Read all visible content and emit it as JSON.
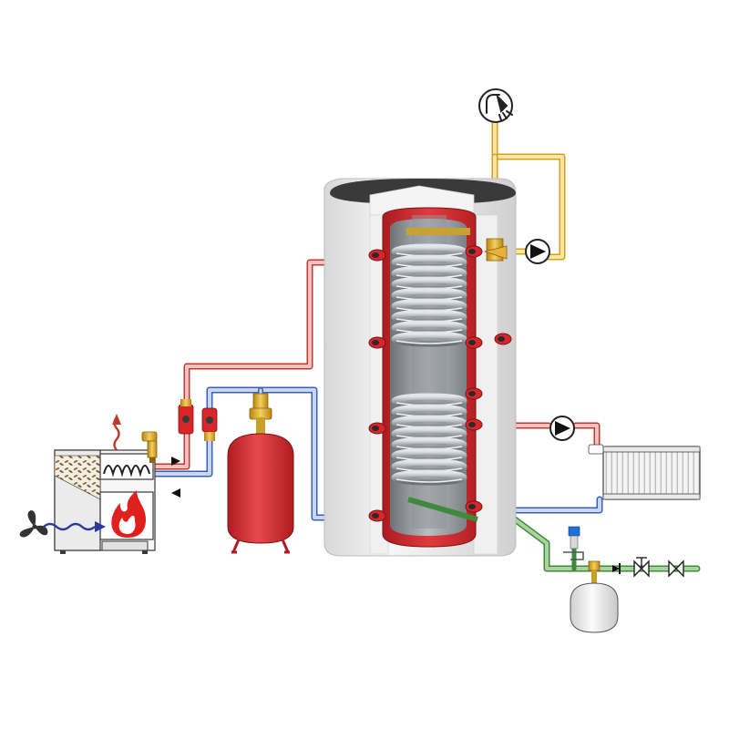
{
  "diagram": {
    "components": [
      {
        "id": "pellet-boiler",
        "icon": "flame-icon"
      },
      {
        "id": "combustion-fan",
        "icon": "fan-icon"
      },
      {
        "id": "flue-exhaust",
        "icon": "heat-wave-icon"
      },
      {
        "id": "expansion-vessel-heating"
      },
      {
        "id": "buffer-tank-cutaway"
      },
      {
        "id": "domestic-hot-water-coil"
      },
      {
        "id": "solar-coil"
      },
      {
        "id": "dhw-circulation-pump",
        "icon": "pump-icon"
      },
      {
        "id": "heating-circuit-pump",
        "icon": "pump-icon"
      },
      {
        "id": "radiator"
      },
      {
        "id": "shower-outlet",
        "icon": "shower-icon"
      },
      {
        "id": "expansion-vessel-water"
      },
      {
        "id": "safety-valve"
      },
      {
        "id": "check-valve"
      },
      {
        "id": "shutoff-valves"
      }
    ],
    "pipe_colors": {
      "supply_hot": "#f2c2c2",
      "supply_hot_outline": "#c0392b",
      "return_cold": "#c9d6f2",
      "return_cold_outline": "#3b5fb5",
      "dhw": "#f7e6a6",
      "dhw_outline": "#d4a017",
      "cold_water": "#a9d4a0",
      "cold_water_outline": "#3f8a3a"
    },
    "colors": {
      "tank_red": "#d9262b",
      "tank_red_dark": "#a81c20",
      "insulation": "#ededed",
      "tank_lid": "#3a3a3a",
      "coil_grey": "#9aa0a6",
      "vessel_red": "#d9262b",
      "flame": "#e0201d",
      "fan_dark": "#333333",
      "air_blue": "#2b3a9a",
      "brass": "#e8b23a"
    }
  }
}
